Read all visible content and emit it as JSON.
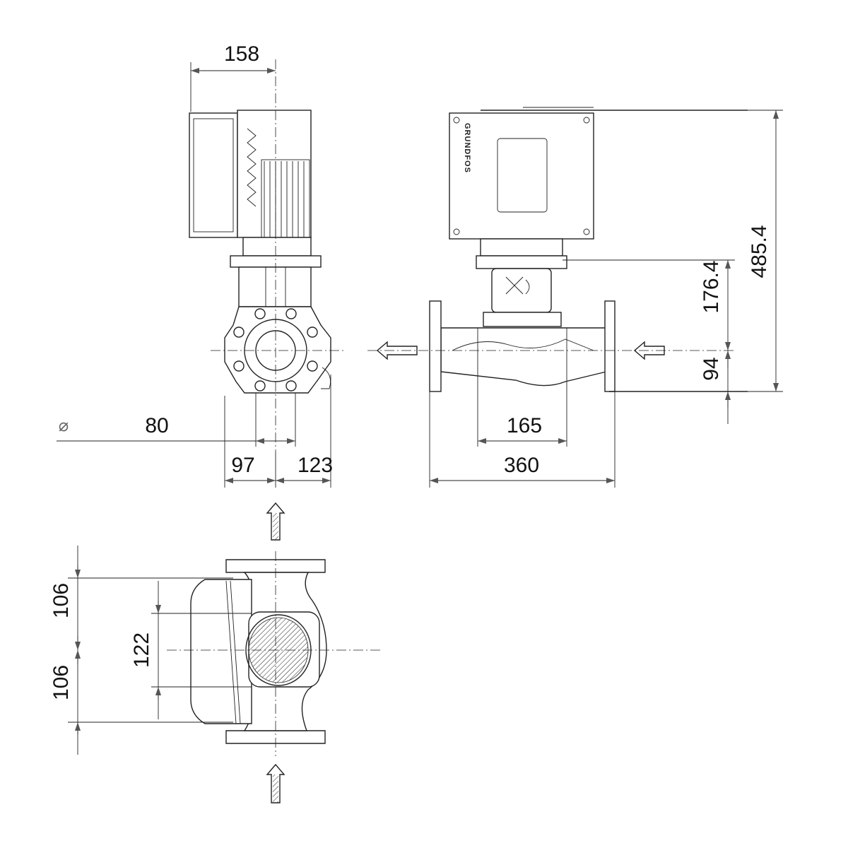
{
  "brand": "GRUNDFOS",
  "diameter_symbol": "⌀",
  "dimensions": {
    "top_width": "158",
    "diameter": "80",
    "left_offset": "97",
    "right_offset": "123",
    "port_spacing": "165",
    "overall_length": "360",
    "overall_height": "485.4",
    "center_to_motor": "176.4",
    "base_to_center": "94",
    "plan_upper": "106",
    "plan_lower": "106",
    "plan_motor": "122"
  }
}
